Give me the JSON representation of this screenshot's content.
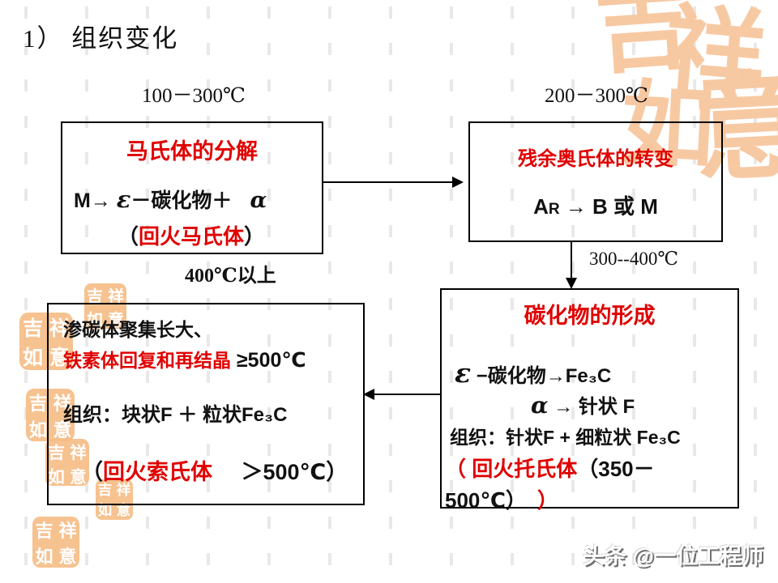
{
  "page": {
    "title": "1）  组织变化",
    "credit": "头条 @一位工程师"
  },
  "labels": {
    "temp1": "100－300℃",
    "temp2": "200－300℃",
    "temp3": "300--400℃",
    "temp4": "400℃以上"
  },
  "box_martensite": {
    "title": "马氏体的分解",
    "eq_m": "M→ ",
    "eq_epsilon": "ε",
    "eq_mid": "－碳化物＋",
    "eq_alpha": "α",
    "paren_open": "（",
    "result": "回火马氏体",
    "paren_close": "）"
  },
  "box_austenite": {
    "title": "残余奥氏体的转变",
    "eq_a": "A",
    "eq_r": "R",
    "eq_rest": " → B 或 M"
  },
  "box_carbide": {
    "title": "碳化物的形成",
    "line1_epsilon": "ε",
    "line1_rest": " −碳化物→Fe₃C",
    "line2_alpha": "α",
    "line2_rest": " → 针状 F",
    "line3": "组织：针状F + 细粒状 Fe₃C",
    "line4_open": "（ ",
    "line4_red": "回火托氏体",
    "line4_black": "（350－",
    "line5_black": "500℃）",
    "line5_close": "）"
  },
  "box_sorbite": {
    "line1": "渗碳体聚集长大、",
    "line2_red": "铁素体回复和再结晶",
    "line2_black": " ≥500℃",
    "line3": "组织：块状F ＋ 粒状Fe₃C",
    "line4_open": "（",
    "line4_red": "回火索氏体",
    "line4_black": " ＞500℃）"
  },
  "colors": {
    "accent_red": "#e00000",
    "stamp_orange": "#f6bd87",
    "watermark_orange": "#f7c9a2",
    "box_border": "#000000"
  },
  "stamps": {
    "seal_chars": [
      "吉",
      "祥",
      "如",
      "意"
    ]
  }
}
